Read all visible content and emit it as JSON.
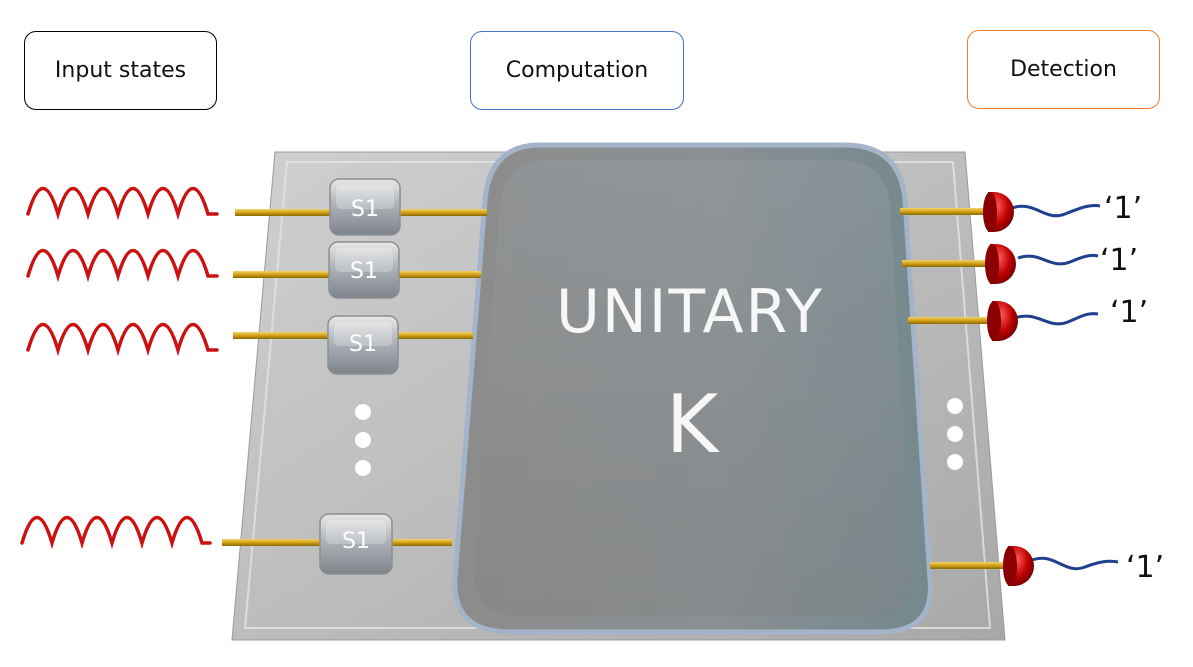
{
  "headers": {
    "input": "Input states",
    "computation": "Computation",
    "detection": "Detection"
  },
  "unitary": {
    "line1": "UNITARY",
    "line2": "K"
  },
  "sources": {
    "label": "S1"
  },
  "outputs": {
    "label": "‘1’"
  },
  "colors": {
    "input_box_border": "#000000",
    "computation_box_border": "#4472c4",
    "detection_box_border": "#ed7d31",
    "wave": "#cc1111",
    "waveguide": "#d4a017",
    "detector": "#c00000",
    "fiber": "#1f3f8f",
    "chip": "#b8b8b8"
  }
}
